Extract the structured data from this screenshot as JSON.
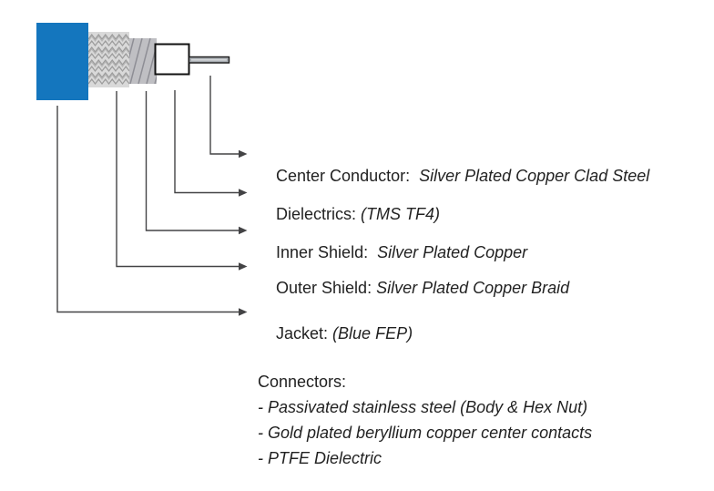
{
  "diagram": {
    "title": "coaxial cable construction callout diagram",
    "labels": [
      {
        "id": "center-conductor",
        "name": "Center Conductor:",
        "value": "  Silver Plated Copper Clad Steel"
      },
      {
        "id": "dielectrics",
        "name": "Dielectrics:",
        "value": " (TMS TF4)"
      },
      {
        "id": "inner-shield",
        "name": "Inner Shield:",
        "value": "  Silver Plated Copper"
      },
      {
        "id": "outer-shield",
        "name": "Outer Shield:",
        "value": " Silver Plated Copper Braid"
      },
      {
        "id": "jacket",
        "name": "Jacket:",
        "value": " (Blue FEP)"
      }
    ],
    "layers": [
      "jacket (blue block)",
      "outer shield braid (zigzag texture)",
      "inner shield (diagonal hatch)",
      "dielectric (white block)",
      "center conductor (thin pin)"
    ],
    "colors": {
      "jacket_blue": "#1476be",
      "braid_bg": "#d9d9d9",
      "braid_line": "#9b9b9b",
      "hatch_bg": "#bfbfc3",
      "hatch_line": "#8e8e95",
      "dielectric_fill": "#ffffff",
      "conductor_fill": "#a6abb0",
      "leader_line": "#434345",
      "text": "#222222"
    }
  },
  "connectors": {
    "heading": "Connectors:",
    "items": [
      "- Passivated stainless steel (Body & Hex Nut)",
      "- Gold plated beryllium copper center contacts",
      "- PTFE Dielectric"
    ]
  }
}
